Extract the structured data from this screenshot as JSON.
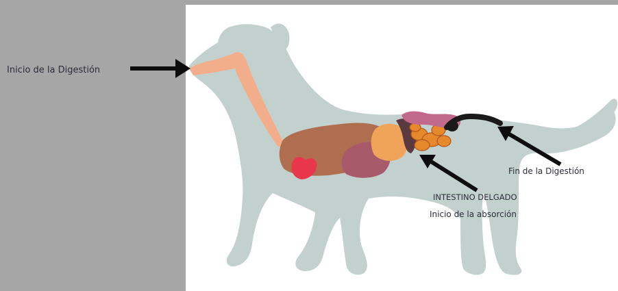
{
  "labels": {
    "digestion_start": "Inicio de la Digestión",
    "digestion_end": "Fin de la Digestión",
    "small_intestine": "INTESTINO DELGADO",
    "absorption_start": "Inicio de la absorción"
  },
  "top_right_partial_text": "",
  "colors": {
    "background_gray": "#a6a6a6",
    "panel_white": "#ffffff",
    "dog_silhouette": "#c3d1ce",
    "esophagus": "#f2ad8a",
    "liver": "#b06e50",
    "stomach": "#a85a6a",
    "heart": "#e8374a",
    "pancreas": "#f0a45a",
    "small_intestine": "#e6882c",
    "large_intestine": "#c26a8c",
    "rectum": "#1a1a1a",
    "arrow": "#0d0d0d"
  },
  "icons": [
    "arrow-right-icon",
    "arrow-up-left-icon"
  ]
}
